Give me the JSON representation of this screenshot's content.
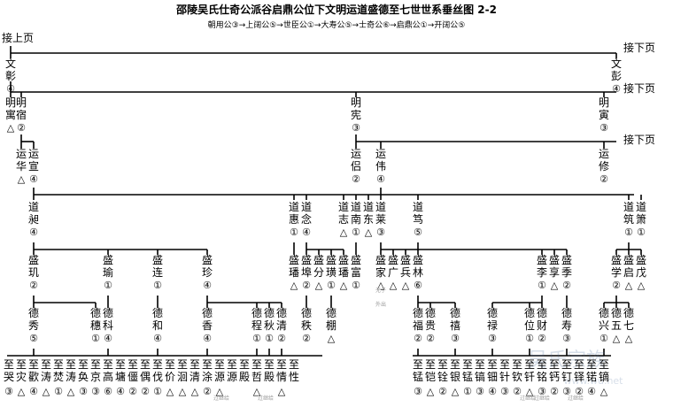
{
  "title": "邵陵吴氏仕奇公派谷启鼎公位下文明运道盛德至七世世系垂丝图 2-2",
  "subtitle": "朝用公③→上阔公⑤→世臣公①→大寿公⑤→士奇公⑥→启鼎公①→开阔公⑤",
  "continue_from": "接上页",
  "continue_next": "接下页",
  "gen1": [
    {
      "name": "文彰",
      "note": "④"
    },
    {
      "name": "文彭",
      "note": "④"
    }
  ],
  "gen2": [
    {
      "name": "明寓",
      "note": "△"
    },
    {
      "name": "明宿",
      "note": "②"
    },
    {
      "name": "明宪",
      "note": "③"
    },
    {
      "name": "明寅",
      "note": "③"
    }
  ],
  "gen3": [
    {
      "name": "运华",
      "note": "△"
    },
    {
      "name": "运宣",
      "note": "④"
    },
    {
      "name": "运侣",
      "note": "②"
    },
    {
      "name": "运伟",
      "note": "④"
    },
    {
      "name": "运修",
      "note": "②"
    }
  ],
  "gen4": [
    {
      "name": "道昶",
      "note": "④"
    },
    {
      "name": "道惠",
      "note": "①"
    },
    {
      "name": "道念",
      "note": "④"
    },
    {
      "name": "道志",
      "note": "△"
    },
    {
      "name": "道南",
      "note": "①"
    },
    {
      "name": "道东",
      "note": "△"
    },
    {
      "name": "道莱",
      "note": "③"
    },
    {
      "name": "道笃",
      "note": "⑤"
    },
    {
      "name": "道筑",
      "note": "①"
    },
    {
      "name": "道箫",
      "note": "①"
    }
  ],
  "gen5": [
    {
      "name": "盛玑",
      "note": "②"
    },
    {
      "name": "盛瑜",
      "note": "①"
    },
    {
      "name": "盛连",
      "note": "①"
    },
    {
      "name": "盛珍",
      "note": "④"
    },
    {
      "name": "盛璠",
      "note": "△"
    },
    {
      "name": "盛埠",
      "note": "②"
    },
    {
      "name": "盛分",
      "note": "△"
    },
    {
      "name": "盛璜",
      "note": "①"
    },
    {
      "name": "盛璠",
      "note": "△"
    },
    {
      "name": "盛富",
      "note": "①"
    },
    {
      "name": "盛家",
      "note": "△"
    },
    {
      "name": "盛广",
      "note": "△"
    },
    {
      "name": "盛兵",
      "note": "△"
    },
    {
      "name": "盛林",
      "note": "⑥"
    },
    {
      "name": "盛李",
      "note": "①"
    },
    {
      "name": "盛享",
      "note": "△"
    },
    {
      "name": "盛季",
      "note": "②"
    },
    {
      "name": "盛学",
      "note": "②"
    },
    {
      "name": "盛启",
      "note": "△"
    },
    {
      "name": "盛戊",
      "note": "△"
    }
  ],
  "gen6": [
    {
      "name": "德秀",
      "note": "⑤"
    },
    {
      "name": "德穗",
      "note": "①"
    },
    {
      "name": "德科",
      "note": "④"
    },
    {
      "name": "德和",
      "note": "④"
    },
    {
      "name": "德香",
      "note": "④"
    },
    {
      "name": "德程",
      "note": "①"
    },
    {
      "name": "德秋",
      "note": "①"
    },
    {
      "name": "德清",
      "note": "②"
    },
    {
      "name": "德秩",
      "note": "②"
    },
    {
      "name": "德棚",
      "note": "△"
    },
    {
      "name": "德福",
      "note": "②"
    },
    {
      "name": "德贵",
      "note": "②"
    },
    {
      "name": "德禧",
      "note": "③"
    },
    {
      "name": "德禄",
      "note": "③"
    },
    {
      "name": "德位",
      "note": "①"
    },
    {
      "name": "德财",
      "note": "②"
    },
    {
      "name": "德寿",
      "note": "③"
    },
    {
      "name": "德兴",
      "note": "①"
    },
    {
      "name": "德五",
      "note": "△"
    },
    {
      "name": "德七",
      "note": "△"
    }
  ],
  "gen7_left": [
    "至哭",
    "至灾",
    "至歡",
    "至涛",
    "至焚",
    "至涛",
    "至奂",
    "至京",
    "至高",
    "至墉",
    "至僵",
    "至偶",
    "至伐",
    "至价",
    "至洄",
    "至清",
    "至涂",
    "至源",
    "至源",
    "至殿",
    "至哲",
    "至殿",
    "至情",
    "至性"
  ],
  "gen7_left_notes": [
    "③",
    "△",
    "④",
    "△",
    "①",
    "△",
    "③",
    "③",
    "⑥",
    "④",
    "②",
    "②",
    "①",
    "△",
    "△",
    "△",
    "②",
    "△",
    "",
    "",
    "△",
    "",
    "△",
    ""
  ],
  "gen7_right": [
    "至锰",
    "至铠",
    "至铨",
    "至银",
    "至锰",
    "至镐",
    "至钿",
    "至针",
    "至钦",
    "至钎",
    "至铭",
    "至钙",
    "至钉",
    "至铎",
    "至锘",
    "至镝"
  ],
  "gen7_right_notes": [
    "③",
    "△",
    "②",
    "△",
    "①",
    "③",
    "④",
    "③",
    "②",
    "△",
    "③",
    "②",
    "③",
    "②",
    "④",
    "△"
  ],
  "faint_notes": [
    "无子",
    "外出",
    "过继给",
    "过继给",
    "过继给",
    "过继给",
    "过继给"
  ]
}
